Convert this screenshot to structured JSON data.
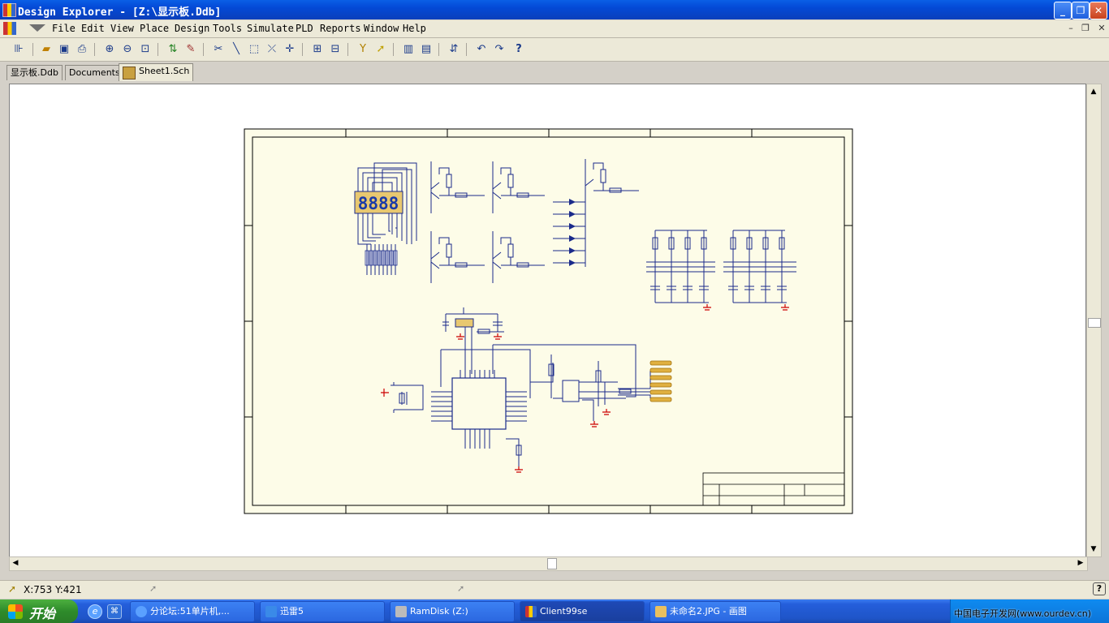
{
  "window": {
    "title": "Design Explorer - [Z:\\显示板.Ddb]",
    "minimize": "_",
    "maximize": "❐",
    "close": "✕"
  },
  "menu": [
    "File",
    "Edit",
    "View",
    "Place",
    "Design",
    "Tools",
    "Simulate",
    "PLD",
    "Reports",
    "Window",
    "Help"
  ],
  "tabs": [
    "显示板.Ddb",
    "Documents",
    "Sheet1.Sch"
  ],
  "status": {
    "coords": "X:753 Y:421",
    "help": "?"
  },
  "schematic": {
    "display_digits": "8888"
  },
  "taskbar": {
    "start": "开始",
    "tasks": [
      "分论坛:51单片机,...",
      "迅雷5",
      "RamDisk (Z:)",
      "Client99se",
      "未命名2.JPG - 画图"
    ],
    "tray_text": "中国电子开发网(www.ourdev.cn)"
  },
  "colors": {
    "sheet_bg": "#fdfce8",
    "wire": "#1a2a8a",
    "component": "#1a2a8a",
    "power": "#cc0000",
    "display_fill": "#e8c870",
    "connector": "#e0b040"
  }
}
